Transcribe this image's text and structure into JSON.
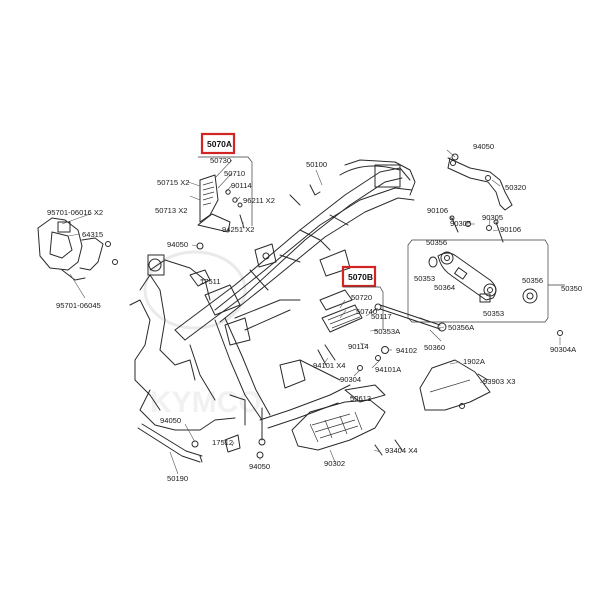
{
  "highlighted": {
    "a": "5070A",
    "b": "5070B",
    "color": "#d32424"
  },
  "labels": {
    "l50730": "50730",
    "l50710": "50710",
    "l50715": "50715  X2",
    "l90114a": "90114",
    "l50713": "50713  X2",
    "l96211": "96211  X2",
    "l94251": "94251  X2",
    "l50100": "50100",
    "l94050a": "94050",
    "l50320": "50320",
    "l90106a": "90106",
    "l90305a": "90305",
    "l90305b": "90305",
    "l90106b": "90106",
    "l95701a": "95701-06016  X2",
    "l64315": "64315",
    "l94050b": "94050",
    "l50356a": "50356",
    "l50353a": "50353",
    "l50364": "50364",
    "l50356b": "50356",
    "l50350": "50350",
    "l50353b": "50353",
    "l95701b": "95701-06045",
    "l17511": "17511",
    "l50720": "50720",
    "l50740": "50740",
    "l50117": "50117",
    "l50356A": "50356A",
    "l50353A": "50353A",
    "l90114b": "90114",
    "l94102": "94102",
    "l50360": "50360",
    "l90304A": "90304A",
    "l94101X4": "94101  X4",
    "l94101A": "94101A",
    "l90304": "90304",
    "l1902A": "1902A",
    "l93903": "93903   X3",
    "l50613": "50613",
    "l94050c": "94050",
    "l17512": "17512",
    "l94050d": "94050",
    "l50190": "50190",
    "l93404": "93404  X4",
    "l90302": "90302"
  },
  "watermark": {
    "brand": "KYMCO"
  },
  "icons": [
    "bolt-icon",
    "washer-icon",
    "nut-icon"
  ]
}
